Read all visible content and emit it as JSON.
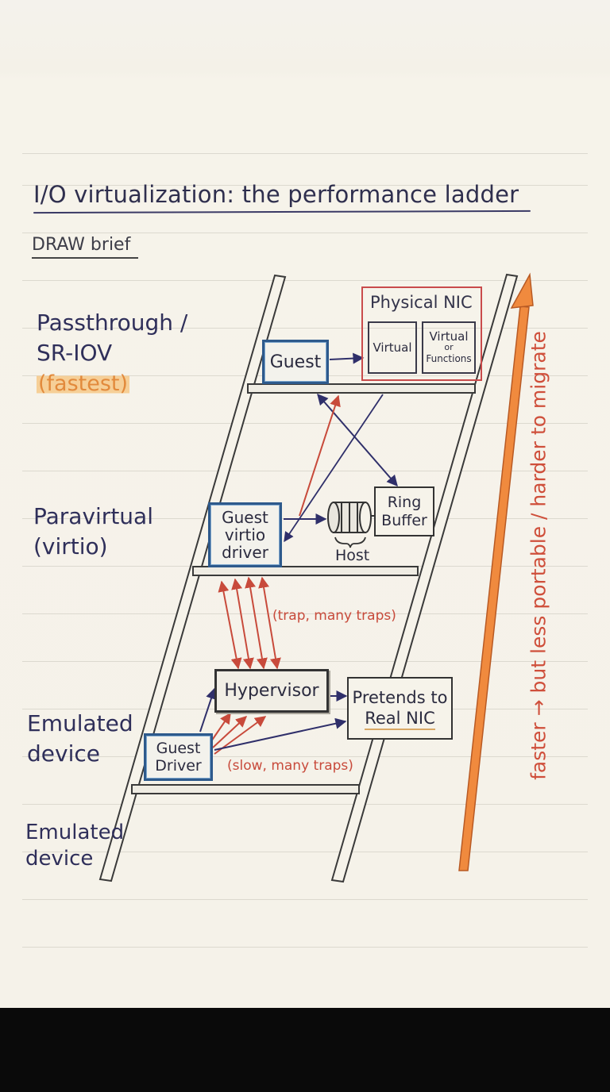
{
  "diagram": {
    "title": "I/O virtualization: the performance ladder",
    "subtitle": "DRAW brief",
    "levels": {
      "passthrough": {
        "label_line1": "Passthrough /",
        "label_line2": "SR-IOV",
        "note": "(fastest)"
      },
      "paravirtual": {
        "label_line1": "Paravirtual",
        "label_line2": "(virtio)"
      },
      "emulated_upper": {
        "label_line1": "Emulated",
        "label_line2": "device"
      },
      "emulated_lower": {
        "label_line1": "Emulated",
        "label_line2": "device"
      }
    },
    "nodes": {
      "guest_top": "Guest",
      "physical_nic": {
        "title": "Physical NIC",
        "left_cell": "Virtual",
        "right_cell_line1": "Virtual",
        "right_cell_line2": "or",
        "right_cell_line3": "Functions"
      },
      "guest_virtio": {
        "line1": "Guest",
        "line2": "virtio",
        "line3": "driver"
      },
      "ring_buffer": {
        "line1": "Ring",
        "line2": "Buffer"
      },
      "host": "Host",
      "hypervisor": "Hypervisor",
      "pretends": {
        "line1": "Pretends to",
        "line2": "Real NIC"
      },
      "guest_driver": {
        "line1": "Guest",
        "line2": "Driver"
      }
    },
    "annotations": {
      "trap": "(trap, many traps)",
      "slow": "(slow, many traps)",
      "axis": "faster → but less portable / harder to migrate"
    },
    "colors": {
      "ink": "#2f2f5a",
      "guest_box": "#2e5a8c",
      "nic_border": "#c94b4b",
      "trap_red": "#c84a3b",
      "axis_orange": "#f08a3e",
      "highlight": "#f6cf97"
    }
  }
}
